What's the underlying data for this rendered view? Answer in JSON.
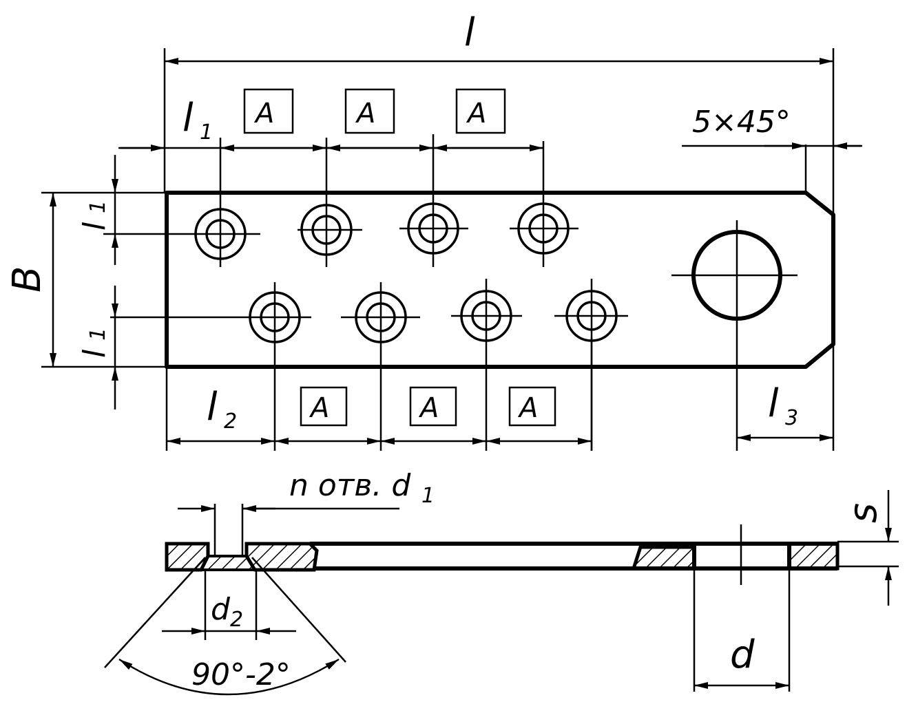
{
  "labels": {
    "length": "l",
    "l1": "l",
    "l1_sub": "1",
    "l2": "l",
    "l2_sub": "2",
    "l3": "l",
    "l3_sub": "3",
    "width": "B",
    "chamfer": "5×45°",
    "holes_note_main": "n отв. d",
    "holes_note_sub": "1",
    "d2": "d",
    "d2_sub": "2",
    "countersink_angle": "90°-2°",
    "big_hole": "d",
    "thickness": "s",
    "pitch": "A"
  }
}
